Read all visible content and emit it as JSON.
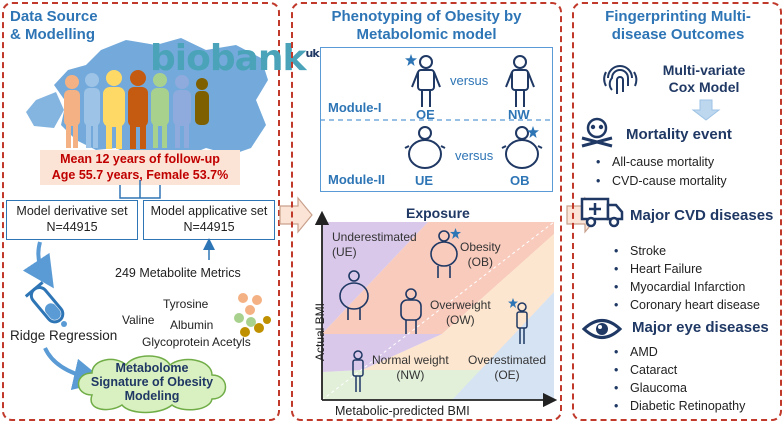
{
  "left": {
    "title": "Data Source\n& Modelling",
    "brand": "biobank",
    "brand_sup": "uk",
    "followup_line1": "Mean 12 years of follow-up",
    "followup_line2": "Age 55.7 years, Female 53.7%",
    "derivative": {
      "label": "Model derivative set",
      "n": "N=44915"
    },
    "applicative": {
      "label": "Model applicative set",
      "n": "N=44915"
    },
    "metrics": "249 Metabolite Metrics",
    "metabolites": [
      "Tyrosine",
      "Valine",
      "Albumin",
      "Glycoprotein Acetyls"
    ],
    "method": "Ridge Regression",
    "signature": "Metabolome\nSignature of Obesity\nModeling"
  },
  "middle": {
    "title": "Phenotyping of Obesity by\nMetabolomic model",
    "module1": {
      "label": "Module-I",
      "versus": "versus",
      "a": "OE",
      "b": "NW"
    },
    "module2": {
      "label": "Module-II",
      "versus": "versus",
      "a": "UE",
      "b": "OB"
    },
    "exposure": "Exposure",
    "ylabel": "Actual BMI",
    "xlabel": "Metabolic-predicted BMI",
    "classes": {
      "ue": "Underestimated\n(UE)",
      "ob": "Obesity\n(OB)",
      "ow": "Overweight\n(OW)",
      "nw": "Normal weight\n(NW)",
      "oe": "Overestimated\n(OE)"
    }
  },
  "right": {
    "title": "Fingerprinting Multi-\ndisease Outcomes",
    "model": "Multi-variate\nCox Model",
    "mortality": {
      "header": "Mortality event",
      "items": [
        "All-cause mortality",
        "CVD-cause mortality"
      ]
    },
    "cvd": {
      "header": "Major CVD diseases",
      "items": [
        "Stroke",
        "Heart Failure",
        "Myocardial Infarction",
        "Coronary heart disease"
      ]
    },
    "eye": {
      "header": "Major eye diseases",
      "items": [
        "AMD",
        "Cataract",
        "Glaucoma",
        "Diabetic Retinopathy"
      ]
    }
  },
  "colors": {
    "panel_border": "#c0392b",
    "title_blue": "#2e75b6",
    "navy": "#1f3864",
    "followup_red": "#c00000",
    "followup_bg": "#fbe4d5",
    "ue_zone": "#d9c8ea",
    "ob_zone": "#f8cbbd",
    "ow_zone": "#fde6cf",
    "nw_zone": "#e2efd9",
    "oe_zone": "#d6e3f3"
  }
}
